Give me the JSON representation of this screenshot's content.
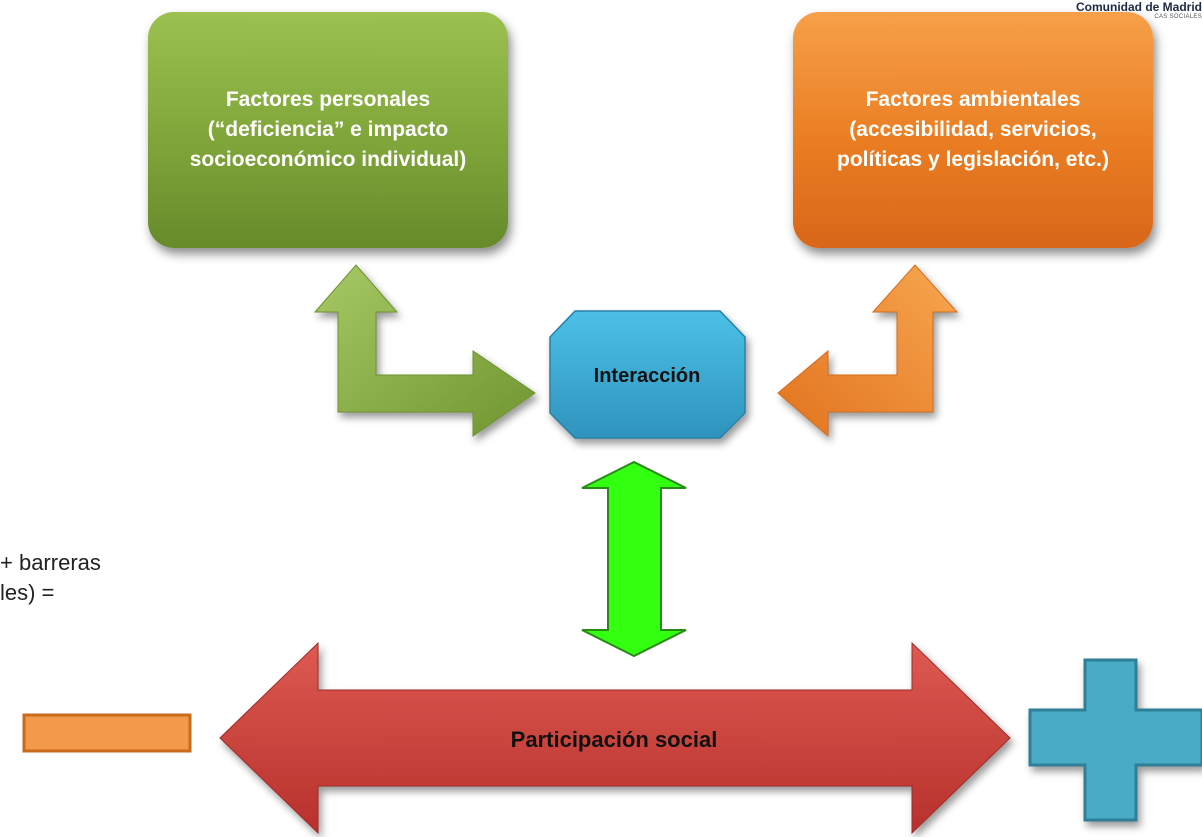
{
  "logo": {
    "title": "Comunidad de Madrid",
    "subtitle": "CAS SOCIALES"
  },
  "nodes": {
    "personal_factors": "Factores personales (“deficiencia” e impacto socioeconómico individual)",
    "environmental_factors": "Factores ambientales (accesibilidad, servicios, políticas y legislación, etc.)",
    "interaction": "Interacción",
    "social_participation": "Participación social"
  },
  "side_text": {
    "line1": "+ barreras",
    "line2": "les) ="
  },
  "symbols": {
    "minus": "minus-sign",
    "plus": "plus-sign"
  },
  "colors": {
    "green_box": "#7fa53a",
    "orange_box": "#ea7d22",
    "interaction_blue": "#3fa6cf",
    "vertical_arrow": "#33ff11",
    "participation_red": "#c9403c",
    "minus_orange": "#f3994b",
    "plus_blue": "#4aabc6"
  }
}
